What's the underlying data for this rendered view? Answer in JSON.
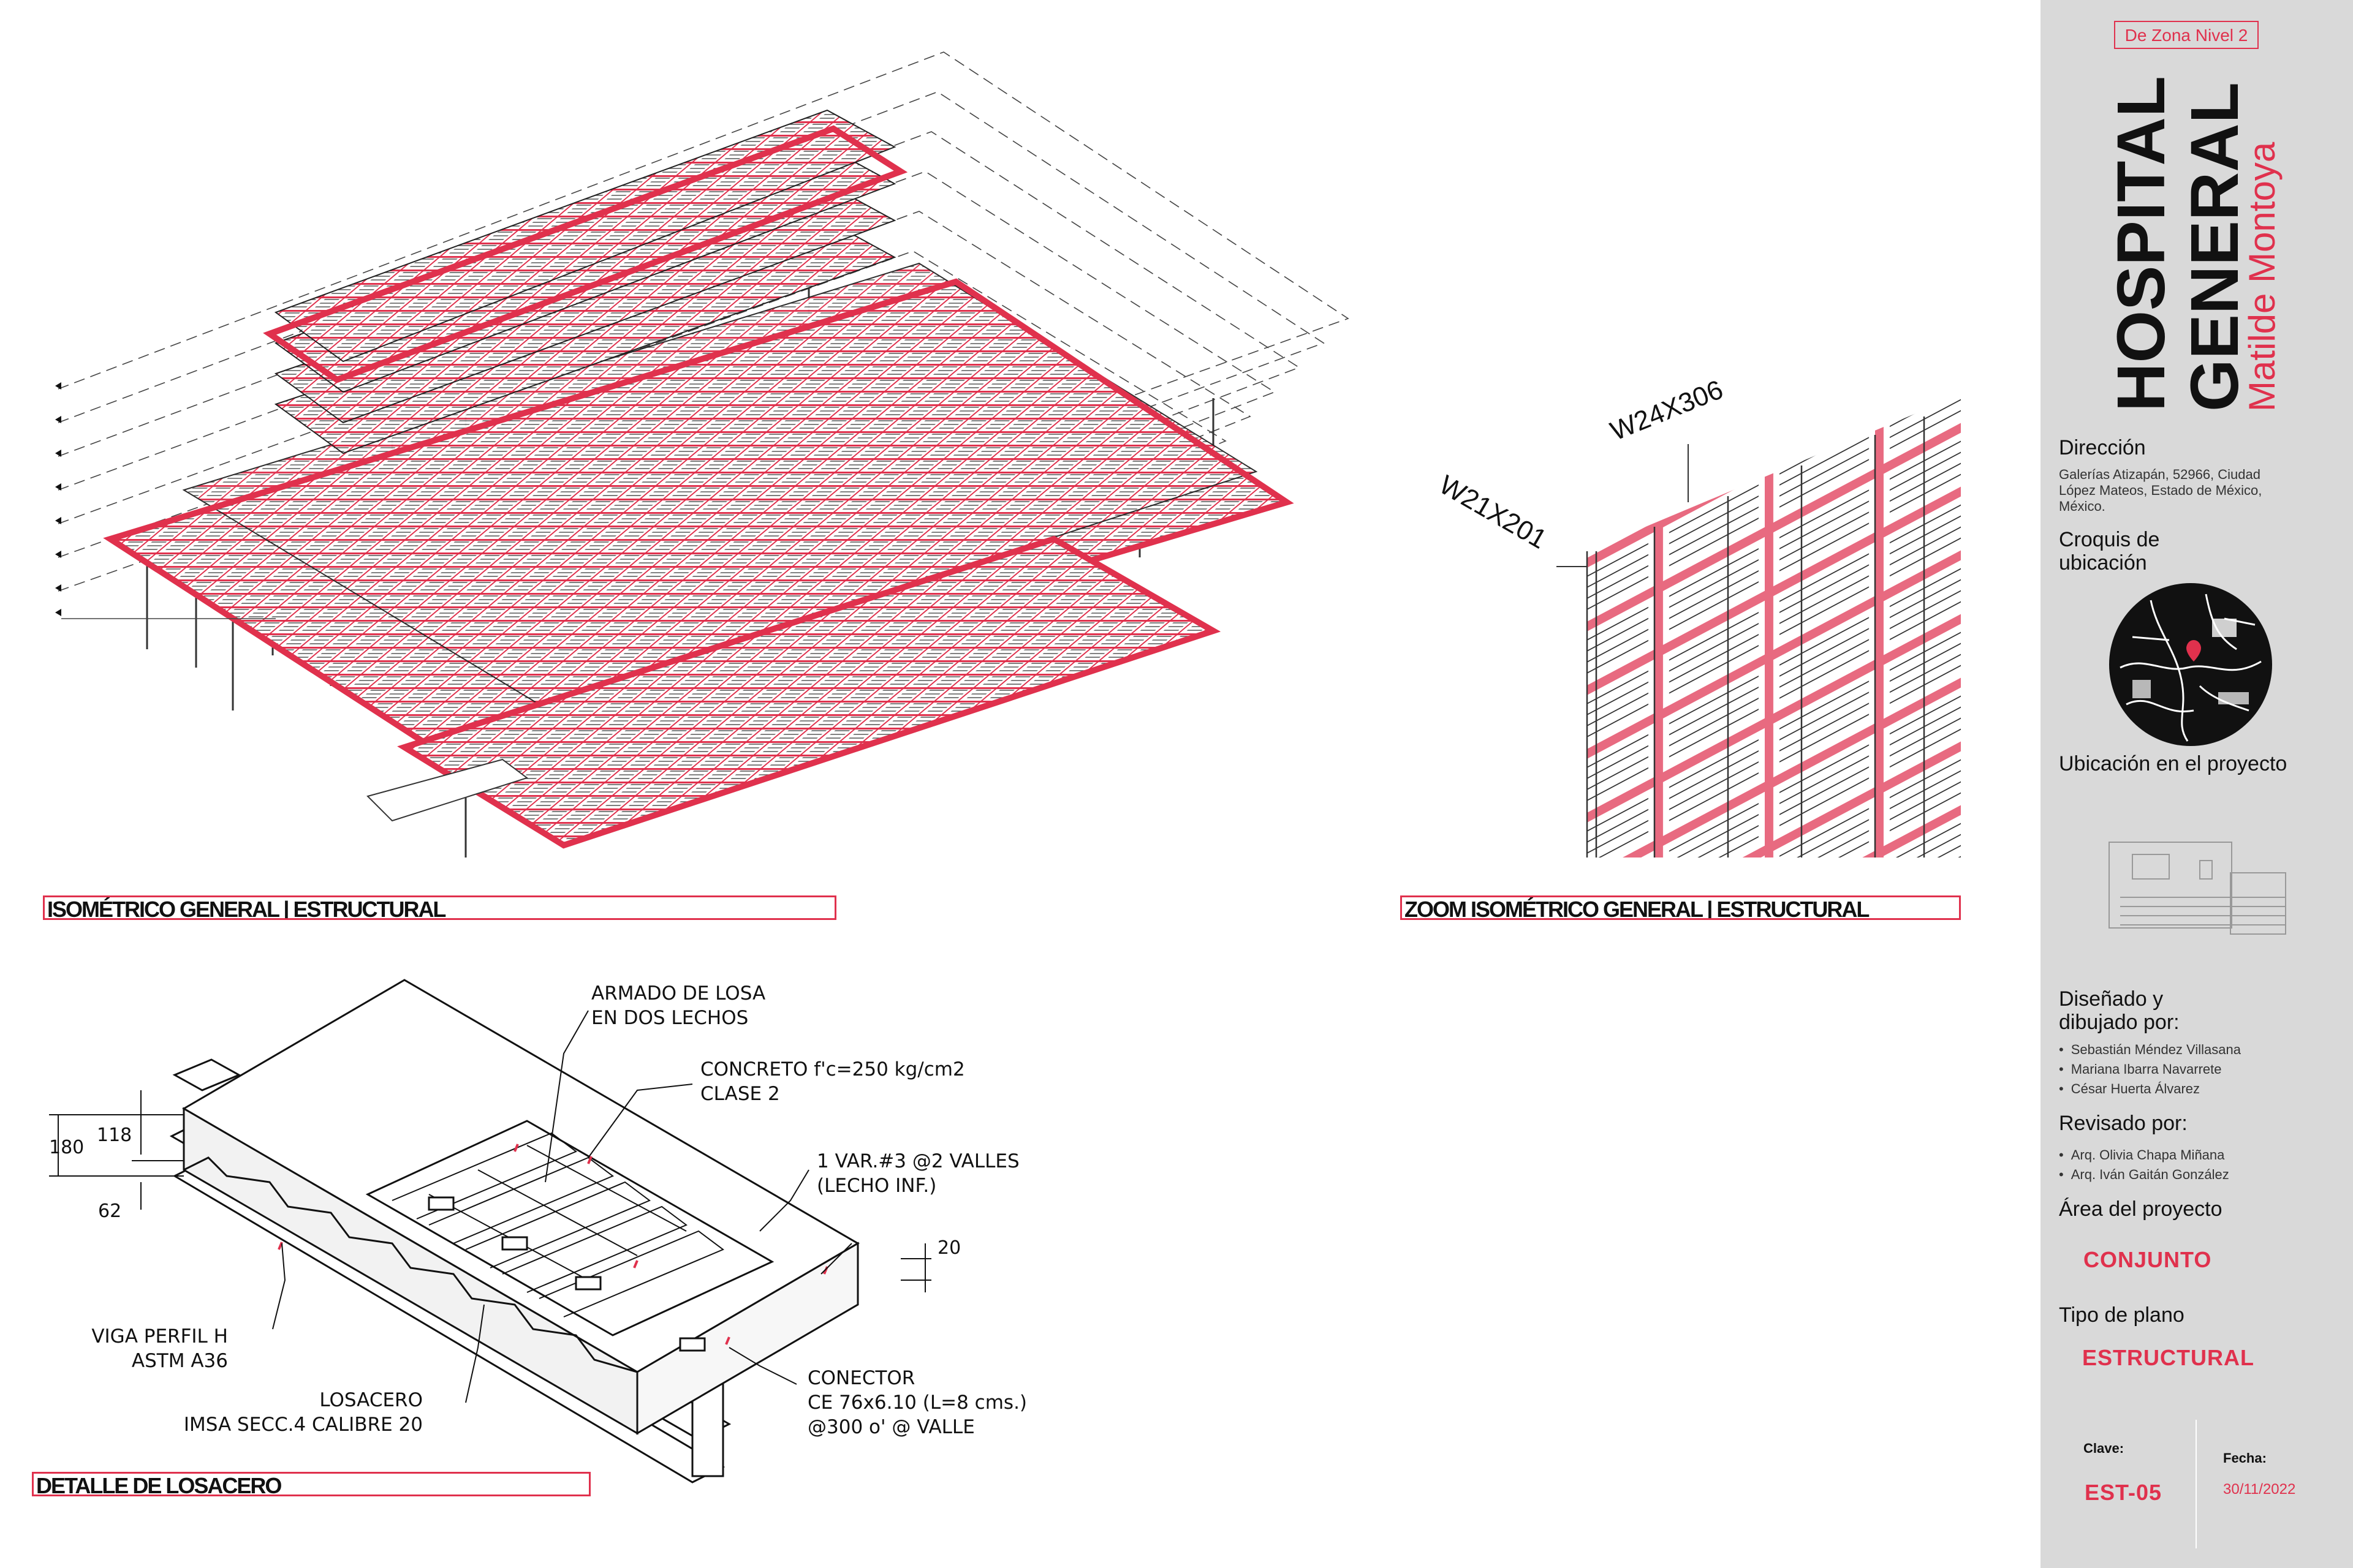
{
  "sheet": {
    "zone_tag": "De Zona Nivel 2",
    "project_title_line1": "HOSPITAL",
    "project_title_line2": "GENERAL",
    "project_subtitle": "Matilde Montoya",
    "direction_heading": "Dirección",
    "direction_text": "Galerías Atizapán, 52966, Ciudad López Mateos, Estado de México, México.",
    "location_sketch_heading": "Croquis de ubicación",
    "project_location_heading": "Ubicación en el proyecto",
    "designed_by_heading": "Diseñado y dibujado por:",
    "designed_by": [
      "Sebastián Méndez Villasana",
      "Mariana Ibarra Navarrete",
      "César Huerta Álvarez"
    ],
    "reviewed_by_heading": "Revisado por:",
    "reviewed_by": [
      "Arq. Olivia Chapa Miñana",
      "Arq. Iván Gaitán González"
    ],
    "area_heading": "Área del proyecto",
    "area_value": "CONJUNTO",
    "plan_type_heading": "Tipo de plano",
    "plan_type_value": "ESTRUCTURAL",
    "key_label": "Clave:",
    "key_value": "EST-05",
    "date_label": "Fecha:",
    "date_value": "30/11/2022"
  },
  "views": {
    "isometric_title": "ISOMÉTRICO GENERAL | ESTRUCTURAL",
    "zoom_title": "ZOOM ISOMÉTRICO GENERAL | ESTRUCTURAL",
    "detail_title": "DETALLE DE LOSACERO"
  },
  "zoom_labels": {
    "beam_a": "W24X306",
    "beam_b": "W21X201"
  },
  "detail": {
    "dim_total": "180",
    "dim_top": "118",
    "dim_bottom": "62",
    "dim_right": "20",
    "note_armado": "ARMADO DE LOSA\nEN DOS LECHOS",
    "note_concreto": "CONCRETO f'c=250 kg/cm2\nCLASE 2",
    "note_var": "1 VAR.#3 @2 VALLES\n(LECHO INF.)",
    "note_viga": "VIGA PERFIL H\nASTM A36",
    "note_losacero": "LOSACERO\nIMSA SECC.4 CALIBRE 20",
    "note_conector": "CONECTOR\nCE 76x6.10 (L=8 cms.)\n@300 o' @ VALLE"
  },
  "colors": {
    "accent": "#e0314d",
    "sidebar_bg": "#d9d9d9",
    "line": "#222222"
  }
}
